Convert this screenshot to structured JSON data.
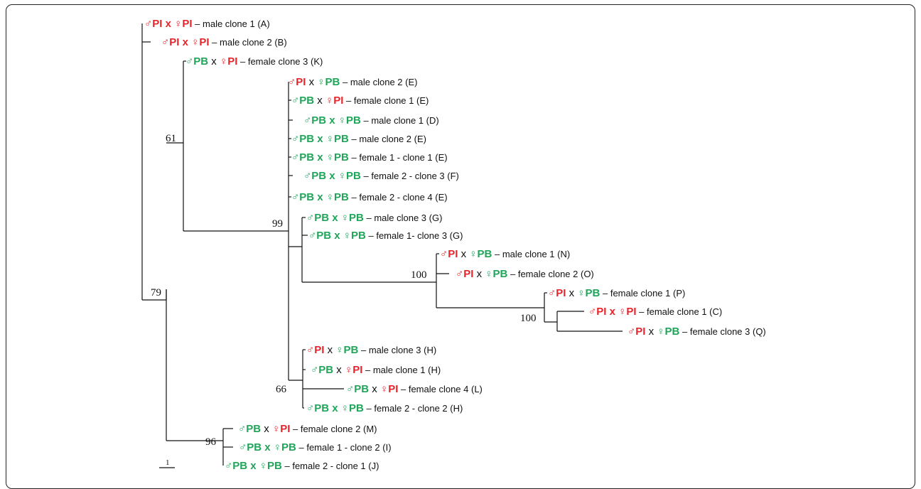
{
  "colors": {
    "PI": "#e8242a",
    "PB": "#20a55a",
    "line": "#111111"
  },
  "labels": [
    {
      "m": "PI",
      "mb": true,
      "f": "PI",
      "fb": true,
      "xb": true,
      "desc": "male clone 1 (A)"
    },
    {
      "m": "PI",
      "mb": true,
      "f": "PI",
      "fb": true,
      "xb": true,
      "desc": "male clone 2 (B)"
    },
    {
      "m": "PB",
      "mb": true,
      "f": "PI",
      "fb": true,
      "xb": false,
      "desc": "female clone 3 (K)"
    },
    {
      "m": "PI",
      "mb": true,
      "f": "PB",
      "fb": true,
      "xb": false,
      "desc": "male clone 2 (E)"
    },
    {
      "m": "PB",
      "mb": true,
      "f": "PI",
      "fb": true,
      "xb": false,
      "desc": "female clone 1 (E)"
    },
    {
      "m": "PB",
      "mb": true,
      "f": "PB",
      "fb": true,
      "xb": true,
      "desc": "male clone 1 (D)"
    },
    {
      "m": "PB",
      "mb": true,
      "f": "PB",
      "fb": true,
      "xb": true,
      "desc": "male clone 2 (E)"
    },
    {
      "m": "PB",
      "mb": true,
      "f": "PB",
      "fb": true,
      "xb": true,
      "desc": "female 1 - clone 1 (E)"
    },
    {
      "m": "PB",
      "mb": true,
      "f": "PB",
      "fb": true,
      "xb": true,
      "desc": "female 2 - clone 3 (F)"
    },
    {
      "m": "PB",
      "mb": true,
      "f": "PB",
      "fb": true,
      "xb": true,
      "desc": "female 2 - clone 4 (E)"
    },
    {
      "m": "PB",
      "mb": true,
      "f": "PB",
      "fb": true,
      "xb": true,
      "desc": "male clone 3 (G)"
    },
    {
      "m": "PB",
      "mb": true,
      "f": "PB",
      "fb": true,
      "xb": true,
      "desc": "female 1- clone 3 (G)"
    },
    {
      "m": "PI",
      "mb": true,
      "f": "PB",
      "fb": true,
      "xb": false,
      "desc": "male clone 1 (N)"
    },
    {
      "m": "PI",
      "mb": true,
      "f": "PB",
      "fb": true,
      "xb": false,
      "desc": "female clone 2 (O)"
    },
    {
      "m": "PI",
      "mb": true,
      "f": "PB",
      "fb": true,
      "xb": false,
      "desc": "female clone 1 (P)"
    },
    {
      "m": "PI",
      "mb": true,
      "f": "PI",
      "fb": true,
      "xb": true,
      "desc": "female clone 1 (C)"
    },
    {
      "m": "PI",
      "mb": true,
      "f": "PB",
      "fb": true,
      "xb": false,
      "desc": "female clone 3 (Q)"
    },
    {
      "m": "PI",
      "mb": true,
      "f": "PB",
      "fb": true,
      "xb": false,
      "desc": "male clone 3 (H)"
    },
    {
      "m": "PB",
      "mb": true,
      "f": "PI",
      "fb": true,
      "xb": false,
      "desc": "male clone 1  (H)"
    },
    {
      "m": "PB",
      "mb": true,
      "f": "PI",
      "fb": true,
      "xb": false,
      "desc": "female clone 4 (L)"
    },
    {
      "m": "PB",
      "mb": true,
      "f": "PB",
      "fb": true,
      "xb": true,
      "desc": "female 2 - clone 2 (H)"
    },
    {
      "m": "PB",
      "mb": true,
      "f": "PI",
      "fb": true,
      "xb": false,
      "desc": "female clone 2 (M)"
    },
    {
      "m": "PB",
      "mb": true,
      "f": "PB",
      "fb": true,
      "xb": true,
      "desc": "female 1 - clone 2 (I)"
    },
    {
      "m": "PB",
      "mb": true,
      "f": "PB",
      "fb": true,
      "xb": true,
      "desc": "female 2 - clone 1 (J)"
    }
  ],
  "supports": [
    "61",
    "79",
    "99",
    "100",
    "100",
    "66",
    "96"
  ],
  "scale_bar": "1",
  "glyphs": {
    "male": "♂",
    "female": "♀",
    "cross": "x",
    "dash": "–"
  }
}
